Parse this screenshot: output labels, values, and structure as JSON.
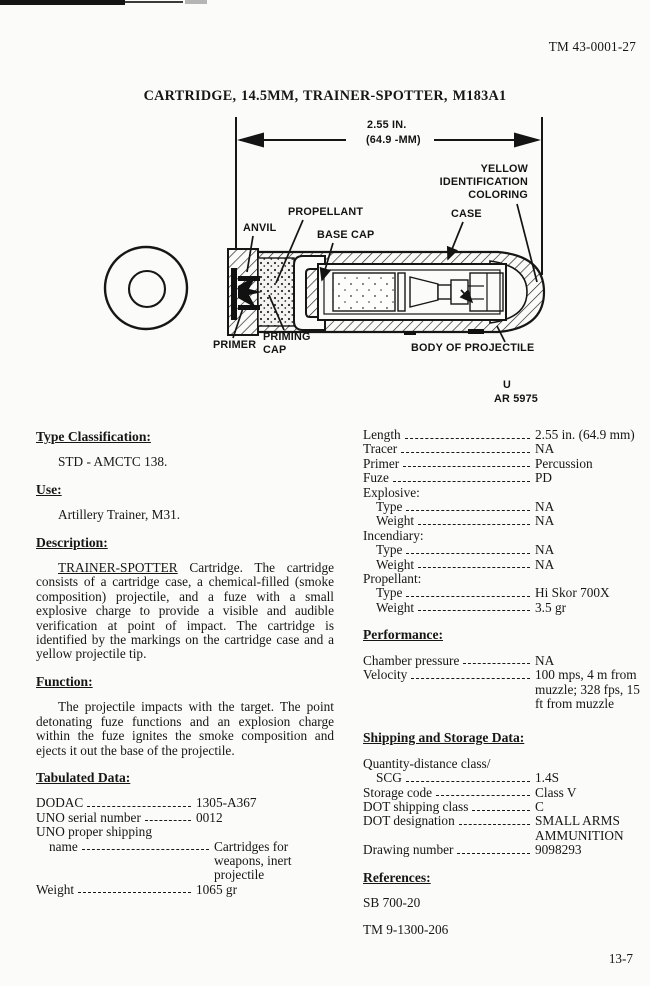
{
  "header": {
    "doc_number": "TM 43-0001-27"
  },
  "title": "CARTRIDGE, 14.5MM, TRAINER-SPOTTER, M183A1",
  "footer": {
    "page_number": "13-7"
  },
  "figure": {
    "dimension": {
      "line1": "2.55 IN.",
      "line2": "(64.9 -MM)"
    },
    "labels": {
      "yellow1": "YELLOW",
      "yellow2": "IDENTIFICATION",
      "yellow3": "COLORING",
      "propellant": "PROPELLANT",
      "anvil": "ANVIL",
      "base_cap": "BASE CAP",
      "case": "CASE",
      "primer": "PRIMER",
      "priming1": "PRIMING",
      "priming2": "CAP",
      "body": "BODY OF PROJECTILE",
      "fig_u": "U",
      "fig_ref": "AR 5975"
    }
  },
  "left": {
    "type_classification": {
      "heading": "Type Classification:",
      "body": "STD - AMCTC 138."
    },
    "use": {
      "heading": "Use:",
      "body": "Artillery Trainer, M31."
    },
    "description": {
      "heading": "Description:",
      "lead": "TRAINER-SPOTTER",
      "body": "Cartridge.  The cartridge consists of a cartridge case, a chemical-filled (smoke composition) projectile, and a fuze with a small explosive charge to provide a visible and audible verification at point of impact. The cartridge is identified by the markings on the cartridge case and a yellow projectile tip."
    },
    "function": {
      "heading": "Function:",
      "body": "The projectile impacts with the target.  The point detonating fuze functions and an explosion charge within the fuze ignites the smoke composition and ejects it out the base of the projectile."
    },
    "tabulated": {
      "heading": "Tabulated Data:",
      "rows": [
        {
          "label": "DODAC",
          "value": "1305-A367"
        },
        {
          "label": "UNO serial number",
          "value": "0012"
        },
        {
          "label": "UNO proper shipping",
          "value": ""
        },
        {
          "label": "name",
          "value": "Cartridges for weapons, inert projectile"
        },
        {
          "label": "Weight",
          "value": "1065 gr"
        }
      ]
    }
  },
  "right": {
    "tabulated_rows": [
      {
        "label": "Length",
        "value": "2.55 in. (64.9 mm)"
      },
      {
        "label": "Tracer",
        "value": "NA"
      },
      {
        "label": "Primer",
        "value": "Percussion"
      },
      {
        "label": "Fuze",
        "value": "PD"
      },
      {
        "label": "Explosive:",
        "value": ""
      },
      {
        "label": "Type",
        "value": "NA"
      },
      {
        "label": "Weight",
        "value": "NA"
      },
      {
        "label": "Incendiary:",
        "value": ""
      },
      {
        "label": "Type",
        "value": "NA"
      },
      {
        "label": "Weight",
        "value": "NA"
      },
      {
        "label": "Propellant:",
        "value": ""
      },
      {
        "label": "Type",
        "value": "Hi Skor 700X"
      },
      {
        "label": "Weight",
        "value": "3.5 gr"
      }
    ],
    "performance": {
      "heading": "Performance:",
      "rows": [
        {
          "label": "Chamber pressure",
          "value": "NA"
        },
        {
          "label": "Velocity",
          "value": "100 mps, 4 m from muzzle; 328 fps, 15 ft from muzzle"
        }
      ]
    },
    "shipping": {
      "heading": "Shipping and Storage Data:",
      "rows": [
        {
          "label": "Quantity-distance class/",
          "value": ""
        },
        {
          "label": "SCG",
          "value": "1.4S"
        },
        {
          "label": "Storage code",
          "value": "Class V"
        },
        {
          "label": "DOT shipping class",
          "value": "C"
        },
        {
          "label": "DOT designation",
          "value": "SMALL ARMS AMMUNITION"
        },
        {
          "label": "Drawing number",
          "value": "9098293"
        }
      ]
    },
    "references": {
      "heading": "References:",
      "items": [
        "SB 700-20",
        "TM 9-1300-206"
      ]
    }
  }
}
